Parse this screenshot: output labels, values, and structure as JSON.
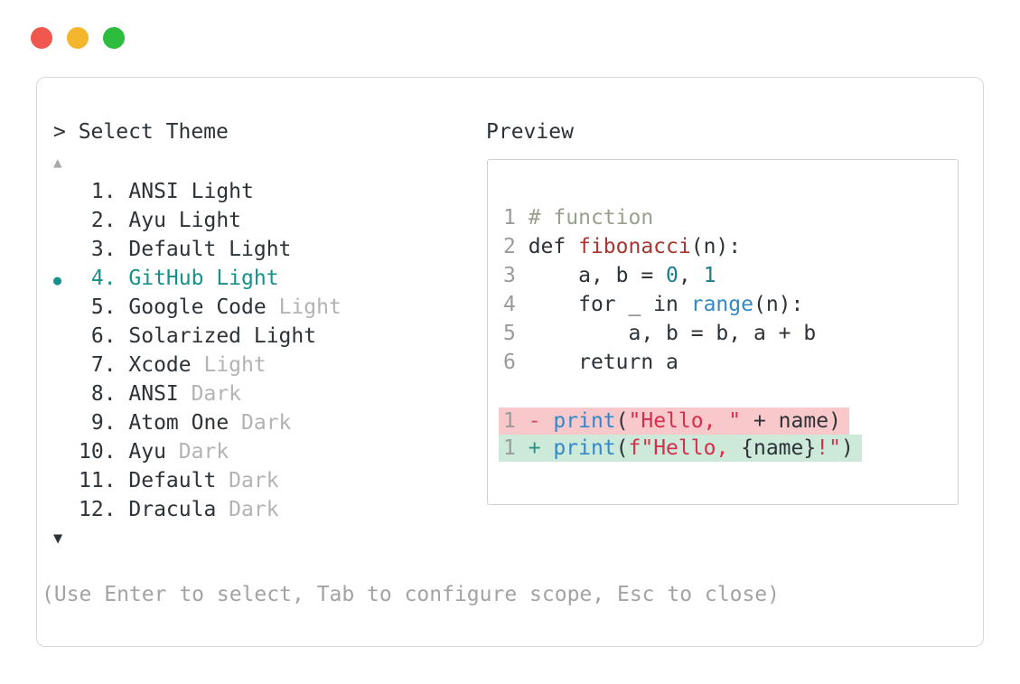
{
  "colors": {
    "accent_teal": "#17908a",
    "text": "#2d3237",
    "dim": "#b3b3b3",
    "comment": "#99a08d",
    "func_def_red": "#a6362f",
    "number_teal": "#178087",
    "builtin_blue": "#3289c9",
    "string_red": "#d62f4c",
    "diff_minus": "#d84a56",
    "diff_plus": "#2b9180",
    "removed_bg": "#f8c8ca",
    "added_bg": "#cde9da",
    "traffic_red": "#f0584f",
    "traffic_yellow": "#f4b62c",
    "traffic_green": "#2cbd3e",
    "border": "#d8d8d8"
  },
  "window": {
    "controls": [
      "close",
      "minimize",
      "zoom"
    ]
  },
  "selector": {
    "prompt": "> Select Theme",
    "scroll_up": "▲",
    "scroll_down": "▼",
    "help": "(Use Enter to select, Tab to configure scope, Esc to close)",
    "items": [
      {
        "num": " 1.",
        "name": "ANSI Light",
        "dim": "",
        "selected": false
      },
      {
        "num": " 2.",
        "name": "Ayu Light",
        "dim": "",
        "selected": false
      },
      {
        "num": " 3.",
        "name": "Default Light",
        "dim": "",
        "selected": false
      },
      {
        "num": " 4.",
        "name": "GitHub Light",
        "dim": "",
        "selected": true
      },
      {
        "num": " 5.",
        "name": "Google Code",
        "dim": "Light",
        "selected": false
      },
      {
        "num": " 6.",
        "name": "Solarized Light",
        "dim": "",
        "selected": false
      },
      {
        "num": " 7.",
        "name": "Xcode",
        "dim": "Light",
        "selected": false
      },
      {
        "num": " 8.",
        "name": "ANSI",
        "dim": "Dark",
        "selected": false
      },
      {
        "num": " 9.",
        "name": "Atom One",
        "dim": "Dark",
        "selected": false
      },
      {
        "num": "10.",
        "name": "Ayu",
        "dim": "Dark",
        "selected": false
      },
      {
        "num": "11.",
        "name": "Default",
        "dim": "Dark",
        "selected": false
      },
      {
        "num": "12.",
        "name": "Dracula",
        "dim": "Dark",
        "selected": false
      }
    ]
  },
  "preview": {
    "label": "Preview",
    "code_lines": [
      {
        "num": "1",
        "tokens": [
          {
            "t": "# function",
            "c": "comment"
          }
        ]
      },
      {
        "num": "2",
        "tokens": [
          {
            "t": "def ",
            "c": "plain"
          },
          {
            "t": "fibonacci",
            "c": "funcdef"
          },
          {
            "t": "(n):",
            "c": "plain"
          }
        ]
      },
      {
        "num": "3",
        "tokens": [
          {
            "t": "    a, b = ",
            "c": "plain"
          },
          {
            "t": "0",
            "c": "num"
          },
          {
            "t": ", ",
            "c": "plain"
          },
          {
            "t": "1",
            "c": "num"
          }
        ]
      },
      {
        "num": "4",
        "tokens": [
          {
            "t": "    for _ in ",
            "c": "plain"
          },
          {
            "t": "range",
            "c": "builtin"
          },
          {
            "t": "(n):",
            "c": "plain"
          }
        ]
      },
      {
        "num": "5",
        "tokens": [
          {
            "t": "        a, b = b, a + b",
            "c": "plain"
          }
        ]
      },
      {
        "num": "6",
        "tokens": [
          {
            "t": "    return a",
            "c": "plain"
          }
        ]
      }
    ],
    "diff_lines": [
      {
        "num": "1",
        "sign": "-",
        "kind": "removed",
        "tokens": [
          {
            "t": "print",
            "c": "builtin"
          },
          {
            "t": "(",
            "c": "plain"
          },
          {
            "t": "\"Hello, \"",
            "c": "string"
          },
          {
            "t": " + name)",
            "c": "plain"
          }
        ]
      },
      {
        "num": "1",
        "sign": "+",
        "kind": "added",
        "tokens": [
          {
            "t": "print",
            "c": "builtin"
          },
          {
            "t": "(",
            "c": "plain"
          },
          {
            "t": "f\"Hello, ",
            "c": "string"
          },
          {
            "t": "{name}",
            "c": "plain"
          },
          {
            "t": "!\"",
            "c": "string"
          },
          {
            "t": ")",
            "c": "plain"
          }
        ]
      }
    ]
  }
}
